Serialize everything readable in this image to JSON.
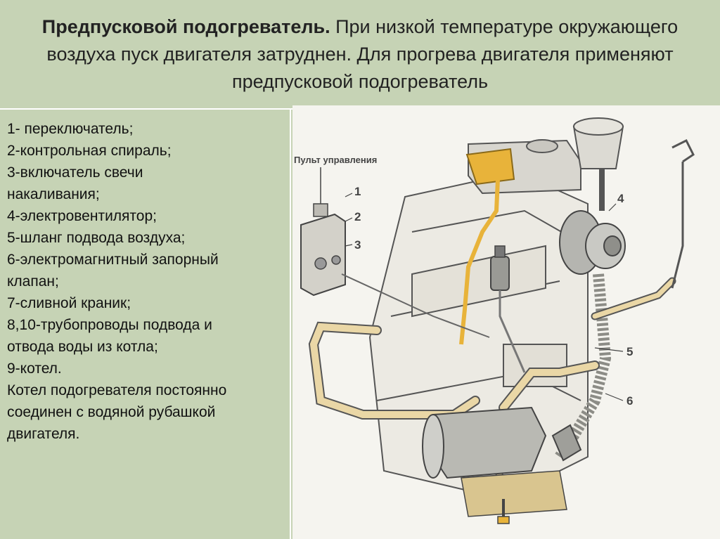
{
  "title": {
    "bold": "Предпусковой подогреватель.",
    "rest": " При низкой температуре окружающего воздуха пуск двигателя затруднен. Для прогрева двигателя применяют предпусковой подогреватель"
  },
  "legend": [
    "1- переключатель;",
    "2-контрольная спираль;",
    "3-включатель свечи",
    "накаливания;",
    "4-электровентилятор;",
    "5-шланг подвода воздуха;",
    "6-электромагнитный запорный",
    "клапан;",
    "7-сливной краник;",
    "8,10-трубопроводы подвода и",
    "отвода воды из котла;",
    "9-котел.",
    "Котел подогревателя постоянно",
    "соединен с водяной рубашкой",
    "двигателя."
  ],
  "diagram": {
    "panel_label": "Пульт управления",
    "callouts": [
      "1",
      "2",
      "3",
      "4",
      "5",
      "6"
    ],
    "colors": {
      "fuel": "#e8b33a",
      "pipe": "#ead7a6",
      "line": "#555555",
      "metal": "#b5b5b0"
    }
  }
}
